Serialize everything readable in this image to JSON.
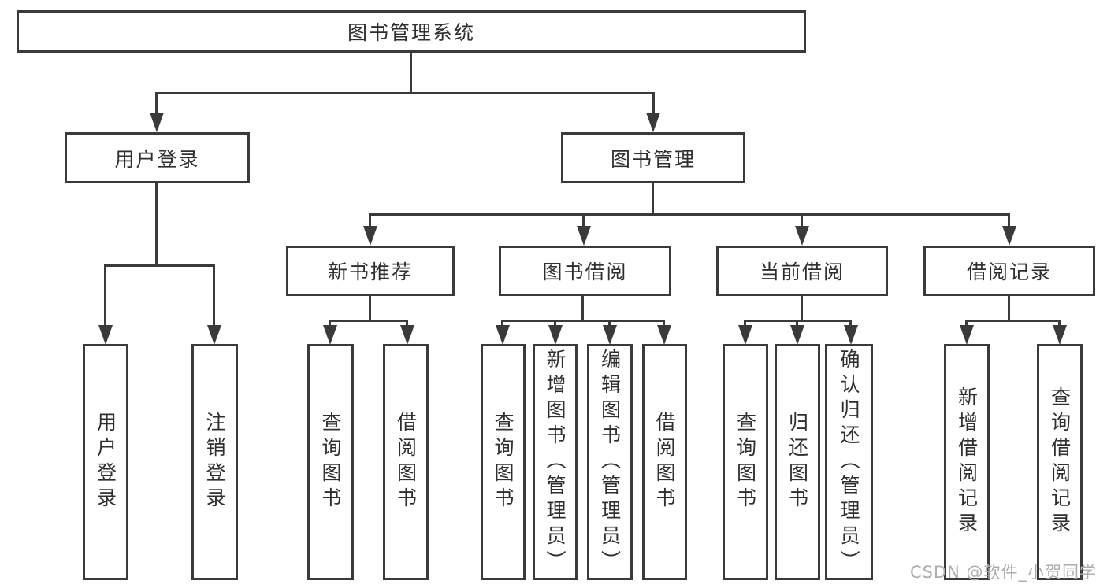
{
  "diagram_title": "图书管理系统",
  "nodes": {
    "root": "图书管理系统",
    "user_login": "用户登录",
    "book_mgmt": "图书管理",
    "new_book_rec": "新书推荐",
    "book_borrow": "图书借阅",
    "current_borrow": "当前借阅",
    "borrow_records": "借阅记录",
    "ul_user_login": "用户登录",
    "ul_logout": "注销登录",
    "nb_query_book": "查询图书",
    "nb_borrow_book": "借阅图书",
    "bb_query_book": "查询图书",
    "bb_add_book": "新增图书（管理员）",
    "bb_edit_book": "编辑图书（管理员）",
    "bb_borrow_book": "借阅图书",
    "cb_query_book": "查询图书",
    "cb_return_book": "归还图书",
    "cb_confirm_return": "确认归还（管理员）",
    "br_add_record": "新增借阅记录",
    "br_query_record": "查询借阅记录"
  },
  "watermark": "CSDN @软件_小贺同学",
  "colors": {
    "line": "#3a3a3a",
    "text": "#2f2f2f",
    "watermark": "#adadad",
    "background": "#ffffff"
  }
}
